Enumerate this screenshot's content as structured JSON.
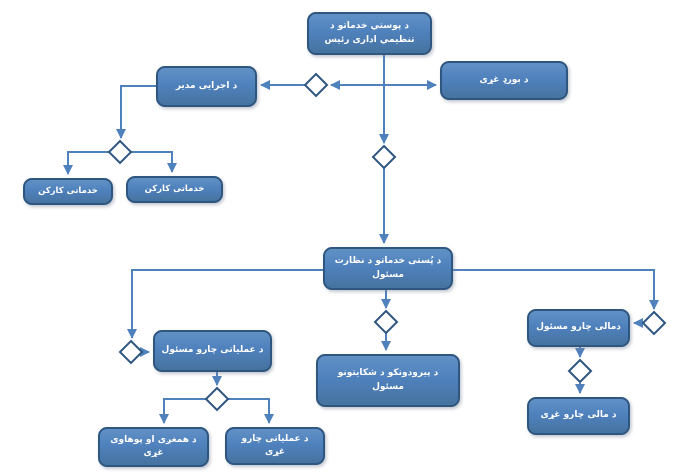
{
  "diagram": {
    "type": "org-chart",
    "nodes": {
      "chairman": {
        "label": "د پوستي خدماتو د تنظیمي اداری رئیس"
      },
      "board_member": {
        "label": "د بورډ غړی"
      },
      "executive_director": {
        "label": "د اجرایی مدیر"
      },
      "service_worker_left": {
        "label": "خدماتی کارکن"
      },
      "service_worker_right": {
        "label": "خدماتی کارکن"
      },
      "postal_supervision_officer": {
        "label": "د پُستی خدماتو د نظارت مسئول"
      },
      "operations_officer": {
        "label": "د عملیاتی چارو مسئول"
      },
      "customer_complaints_officer": {
        "label": "د پیرودونکو د شکایتونو مسئول"
      },
      "financial_officer": {
        "label": "دمالی چارو مسئول"
      },
      "financial_member": {
        "label": "د مالی چارو غړی"
      },
      "coordination_awareness_member": {
        "label": "د همغږی او پوهاوی غړی"
      },
      "operations_member": {
        "label": "د عملیاتی چارو غړی"
      }
    },
    "colors": {
      "node_fill": "#4f81bd",
      "node_border": "#2e567f",
      "connector": "#4f81bd",
      "diamond_fill": "#ffffff",
      "diamond_border": "#2e567f",
      "text": "#ffffff",
      "background": "#ffffff"
    }
  }
}
